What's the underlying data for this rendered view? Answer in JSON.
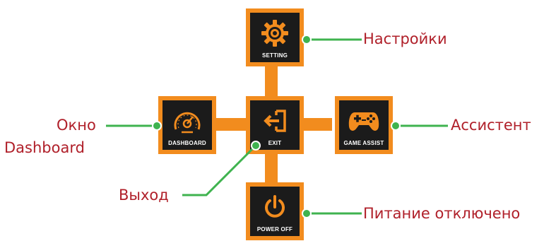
{
  "tiles": {
    "setting": {
      "label": "SETTING",
      "icon": "gear-icon"
    },
    "dashboard": {
      "label": "DASHBOARD",
      "icon": "speedometer-icon"
    },
    "exit": {
      "label": "EXIT",
      "icon": "exit-icon"
    },
    "game_assist": {
      "label": "GAME ASSIST",
      "icon": "gamepad-icon"
    },
    "power_off": {
      "label": "POWER OFF",
      "icon": "power-icon"
    }
  },
  "callouts": {
    "settings": "Настройки",
    "dashboard_line1": "Окно",
    "dashboard_line2": "Dashboard",
    "assistant": "Ассистент",
    "exit": "Выход",
    "power_off": "Питание отключено"
  },
  "colors": {
    "accent_orange": "#f28c1e",
    "tile_background": "#1b1b1b",
    "callout_text": "#b0202a",
    "leader_line": "#3fb34f"
  }
}
